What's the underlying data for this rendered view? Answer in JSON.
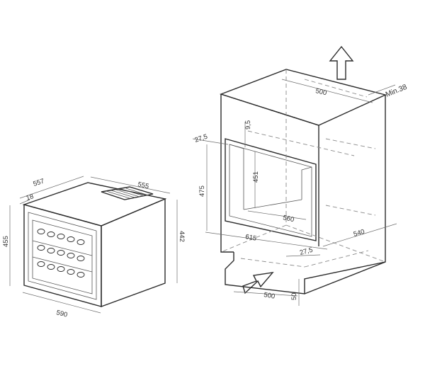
{
  "appliance": {
    "dims": {
      "top_depth": "557",
      "top_width": "555",
      "door_offset": "18",
      "height_left": "455",
      "height_right": "442",
      "bottom_width": "590"
    }
  },
  "niche": {
    "dims": {
      "vent_depth_top": "500",
      "clearance_min": "Min.38",
      "trim_top": "9,5",
      "trim_side_top": "27,5",
      "inner_height": "451",
      "opening_height": "475",
      "inner_width": "560",
      "depth": "540",
      "opening_width": "615",
      "trim_side_bottom": "27,5",
      "vent_width_bottom": "500",
      "vent_height_bottom": "50"
    }
  },
  "colors": {
    "line": "#2b2b2b",
    "dimension": "#6d6d6d",
    "hidden": "#8a8a8a"
  }
}
